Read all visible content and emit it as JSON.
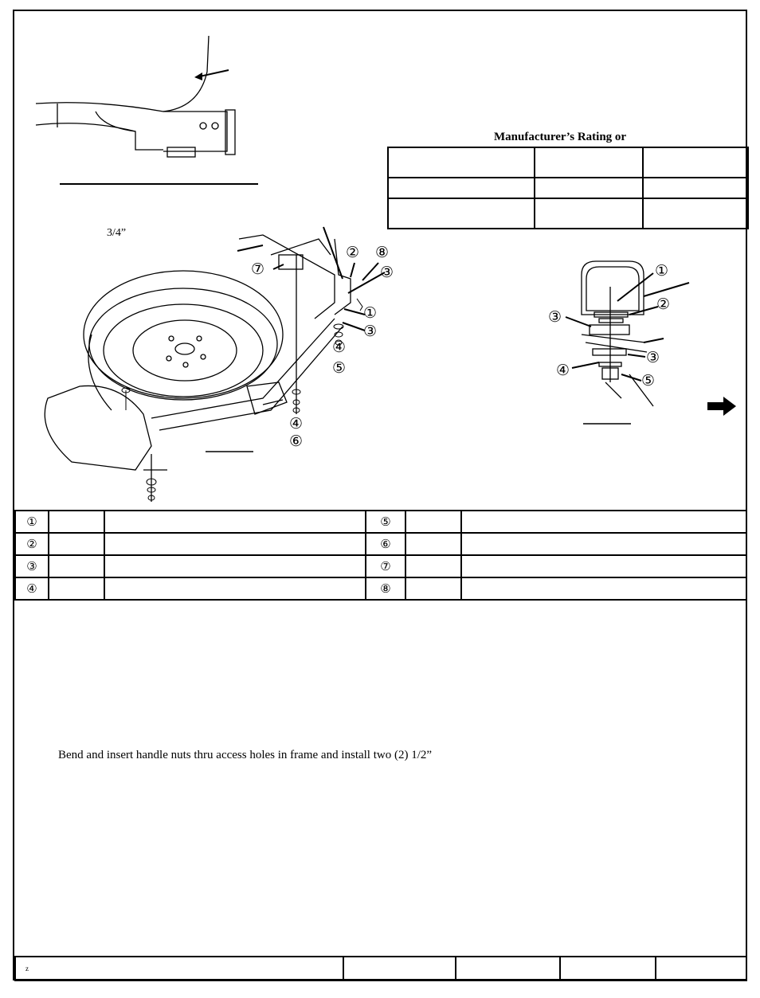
{
  "rating_table": {
    "title": "Manufacturer’s Rating or"
  },
  "figure": {
    "dimension_label": "3/4”",
    "callouts_main": [
      "②",
      "⑧",
      "③",
      "⑦",
      "①",
      "③",
      "④",
      "⑤",
      "④",
      "⑥"
    ],
    "callouts_detail": [
      "①",
      "②",
      "③",
      "③",
      "④",
      "⑤"
    ]
  },
  "parts_table": {
    "rows": [
      {
        "left_num": "①",
        "right_num": "⑤"
      },
      {
        "left_num": "②",
        "right_num": "⑥"
      },
      {
        "left_num": "③",
        "right_num": "⑦"
      },
      {
        "left_num": "④",
        "right_num": "⑧"
      }
    ]
  },
  "instructions": {
    "step_text": "Bend and insert handle nuts thru access holes in frame and install two (2) 1/2”"
  },
  "footer": {
    "first_cell": "z"
  }
}
